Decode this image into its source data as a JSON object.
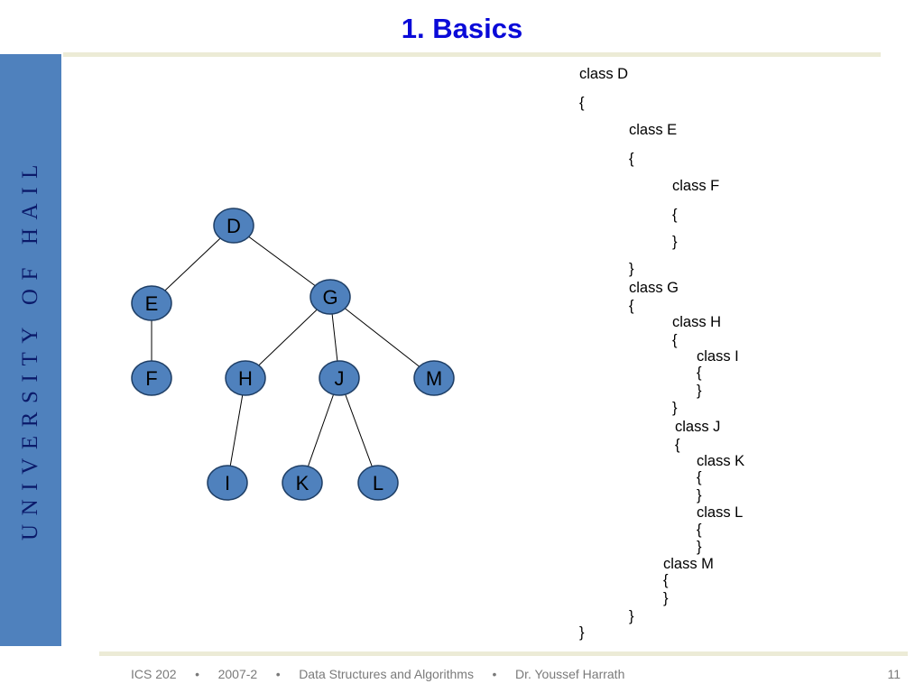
{
  "slide": {
    "title": "1. Basics",
    "sidebar_text": "UNIVERSITY OF HAIL",
    "footer": {
      "course": "ICS 202",
      "term": "2007-2",
      "subject": "Data Structures and Algorithms",
      "author": "Dr. Youssef Harrath",
      "separator": "•",
      "page_number": "11"
    }
  },
  "tree": {
    "nodes": [
      {
        "id": "D",
        "label": "D"
      },
      {
        "id": "E",
        "label": "E"
      },
      {
        "id": "G",
        "label": "G"
      },
      {
        "id": "F",
        "label": "F"
      },
      {
        "id": "H",
        "label": "H"
      },
      {
        "id": "J",
        "label": "J"
      },
      {
        "id": "M",
        "label": "M"
      },
      {
        "id": "I",
        "label": "I"
      },
      {
        "id": "K",
        "label": "K"
      },
      {
        "id": "L",
        "label": "L"
      }
    ],
    "edges": [
      [
        "D",
        "E"
      ],
      [
        "D",
        "G"
      ],
      [
        "E",
        "F"
      ],
      [
        "G",
        "H"
      ],
      [
        "G",
        "J"
      ],
      [
        "G",
        "M"
      ],
      [
        "H",
        "I"
      ],
      [
        "J",
        "K"
      ],
      [
        "J",
        "L"
      ]
    ],
    "node_fill": "#4f81bd",
    "node_stroke": "#1f3f66"
  },
  "code": [
    "class D",
    "{",
    "class E",
    "{",
    "class F",
    "{",
    "}",
    "}",
    "class G",
    "{",
    "class H",
    "{",
    "class I",
    "{",
    "}",
    "}",
    "class J",
    "{",
    "class K",
    "{",
    "}",
    "class L",
    "{",
    "}",
    "class M",
    "{",
    "}",
    "}",
    "}"
  ]
}
